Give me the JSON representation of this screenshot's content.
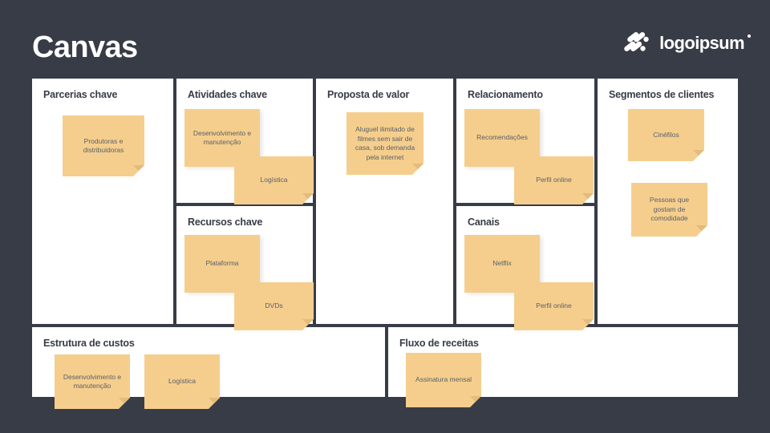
{
  "header": {
    "title": "Canvas",
    "brand_name": "logoipsum",
    "logo_icon": "logoipsum-dots-icon"
  },
  "colors": {
    "background": "#383C47",
    "board": "#FFFFFF",
    "note": "#F5CE8D",
    "note_fold": "#E3BC7C",
    "title_text": "#FFFFFF",
    "cell_title_text": "#383C47",
    "note_text": "#5A5F69"
  },
  "canvas": {
    "cells": [
      {
        "key": "parcerias-chave",
        "title": "Parcerias chave",
        "notes": [
          {
            "text": "Produtoras e distribuidoras"
          }
        ]
      },
      {
        "key": "atividades-chave",
        "title": "Atividades chave",
        "notes": [
          {
            "text": "Desenvolvimento e manutenção"
          },
          {
            "text": "Logística"
          }
        ]
      },
      {
        "key": "recursos-chave",
        "title": "Recursos chave",
        "notes": [
          {
            "text": "Plataforma"
          },
          {
            "text": "DVDs"
          }
        ]
      },
      {
        "key": "proposta-de-valor",
        "title": "Proposta de valor",
        "notes": [
          {
            "text": "Aluguel ilimitado de filmes sem sair de casa, sob demanda pela internet"
          }
        ]
      },
      {
        "key": "relacionamento",
        "title": "Relacionamento",
        "notes": [
          {
            "text": "Recomendações"
          },
          {
            "text": "Perfil online"
          }
        ]
      },
      {
        "key": "canais",
        "title": "Canais",
        "notes": [
          {
            "text": "Netflix"
          },
          {
            "text": "Perfil online"
          }
        ]
      },
      {
        "key": "segmentos-de-clientes",
        "title": "Segmentos de clientes",
        "notes": [
          {
            "text": "Cinéfilos"
          },
          {
            "text": "Pessoas que gostam de comodidade"
          }
        ]
      },
      {
        "key": "estrutura-de-custos",
        "title": "Estrutura de custos",
        "notes": [
          {
            "text": "Desenvolvimento e manutenção"
          },
          {
            "text": "Logística"
          }
        ]
      },
      {
        "key": "fluxo-de-receitas",
        "title": "Fluxo de receitas",
        "notes": [
          {
            "text": "Assinatura mensal"
          }
        ]
      }
    ]
  }
}
